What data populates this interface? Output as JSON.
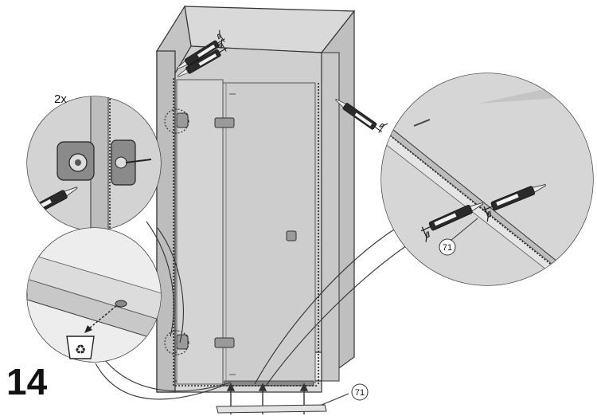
{
  "step": {
    "number": "14"
  },
  "detail_top_left": {
    "quantity": "2x"
  },
  "callouts": {
    "part_right": "71",
    "part_bottom": "71"
  },
  "icons": {
    "recycle": "recycle-icon",
    "sealant": "silicone-gun-icon"
  },
  "colors": {
    "wall": "#c7c7c7",
    "wall_dark": "#9a9a9a",
    "glass": "#d6d6d6",
    "line": "#333333"
  }
}
